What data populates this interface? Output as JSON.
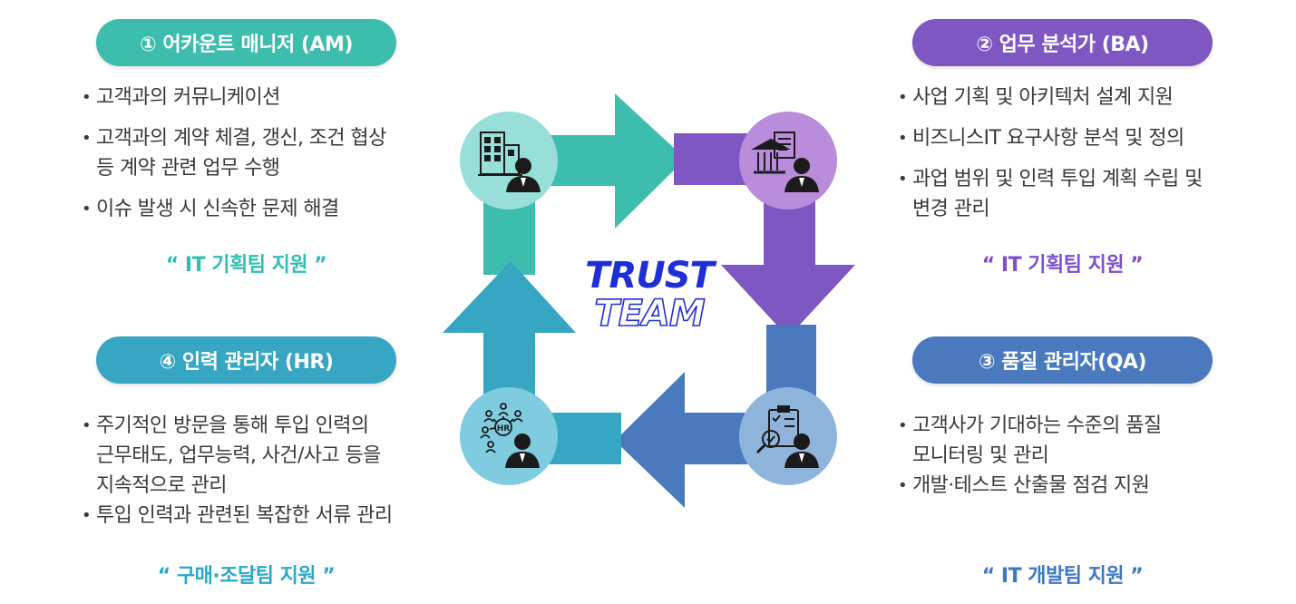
{
  "brand": {
    "line1": "TRUST",
    "line2": "TEAM"
  },
  "roles": [
    {
      "title": "① 어카운트 매니저 (AM)",
      "color": "#3dbdae",
      "bullets": [
        "고객과의 커뮤니케이션",
        "고객과의 계약 체결, 갱신, 조건 협상\n등 계약 관련 업무 수행",
        "이슈 발생 시 신속한 문제 해결"
      ],
      "support": "“ IT 기획팀 지원 ”",
      "support_color": "#2fbfb0",
      "icon": "office-building-person-icon"
    },
    {
      "title": "② 업무 분석가 (BA)",
      "color": "#7e57c2",
      "bullets": [
        "사업 기획 및 아키텍처 설계 지원",
        "비즈니스IT 요구사항 분석 및 정의",
        "과업 범위 및 인력 투입 계획 수립 및\n변경 관리"
      ],
      "support": "“ IT 기획팀 지원 ”",
      "support_color": "#7e4fd0",
      "icon": "bank-document-person-icon"
    },
    {
      "title": "③ 품질 관리자(QA)",
      "color": "#4a79bd",
      "bullets": [
        "고객사가 기대하는 수준의 품질\n모니터링 및 관리",
        "개발·테스트 산출물 점검 지원"
      ],
      "support": "“ IT 개발팀 지원 ”",
      "support_color": "#3c78c4",
      "icon": "checklist-magnifier-person-icon"
    },
    {
      "title": "④ 인력 관리자 (HR)",
      "color": "#36a6c2",
      "bullets": [
        "주기적인 방문을 통해 투입 인력의\n근무태도, 업무능력, 사건/사고 등을\n지속적으로 관리",
        "투입 인력과 관련된 복잡한 서류 관리"
      ],
      "support": "“ 구매·조달팀 지원 ”",
      "support_color": "#2aa8c8",
      "icon": "hr-network-person-icon"
    }
  ],
  "icon_badges": {
    "hr": "HR"
  }
}
